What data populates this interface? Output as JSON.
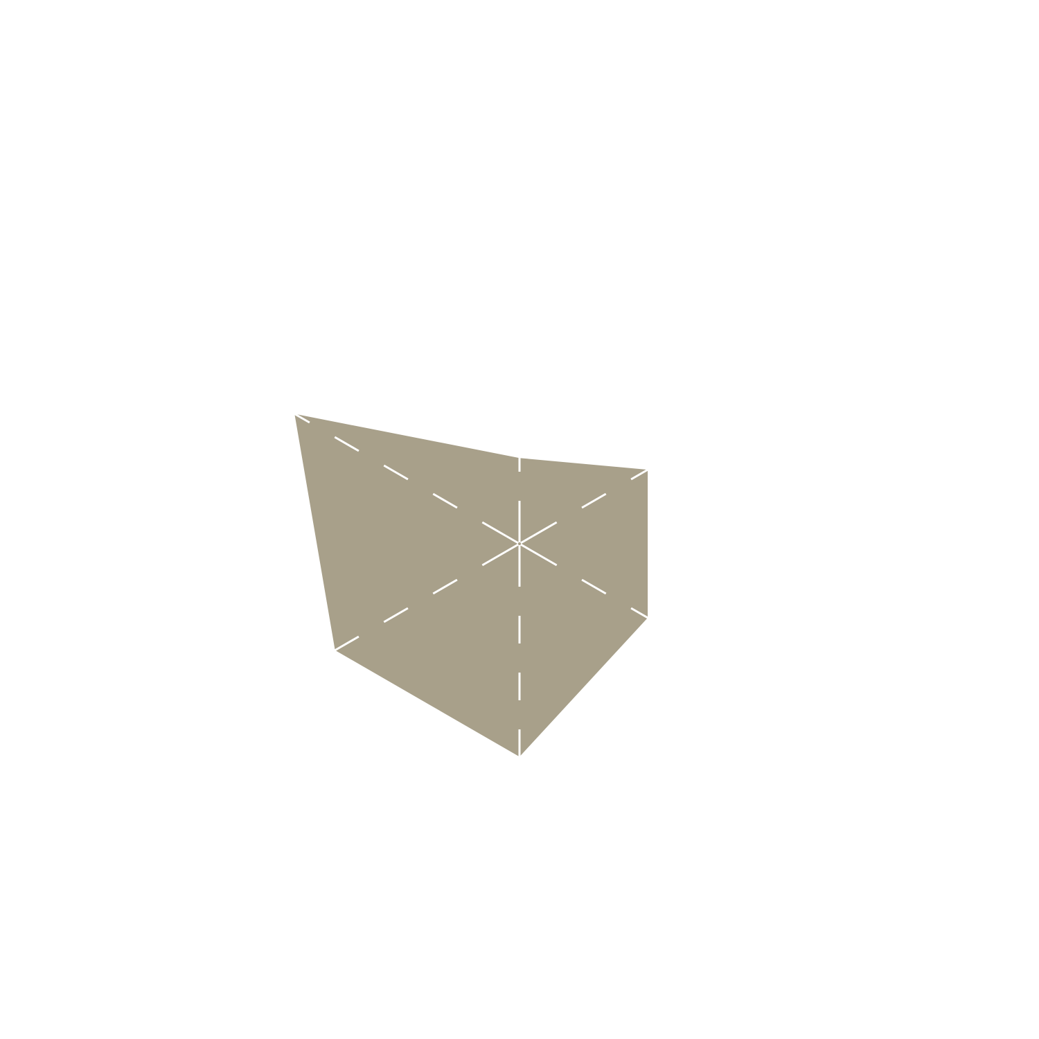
{
  "chart_data": {
    "type": "radar",
    "title": "",
    "axes": [
      "",
      "",
      "",
      "",
      "",
      ""
    ],
    "series": [
      {
        "name": "",
        "values": [
          0.33,
          0.57,
          0.57,
          0.82,
          0.82,
          1.0
        ],
        "color": "#a8a08a"
      }
    ],
    "range": [
      0,
      1
    ],
    "axis_color": "#ffffff",
    "background": "#ffffff"
  }
}
